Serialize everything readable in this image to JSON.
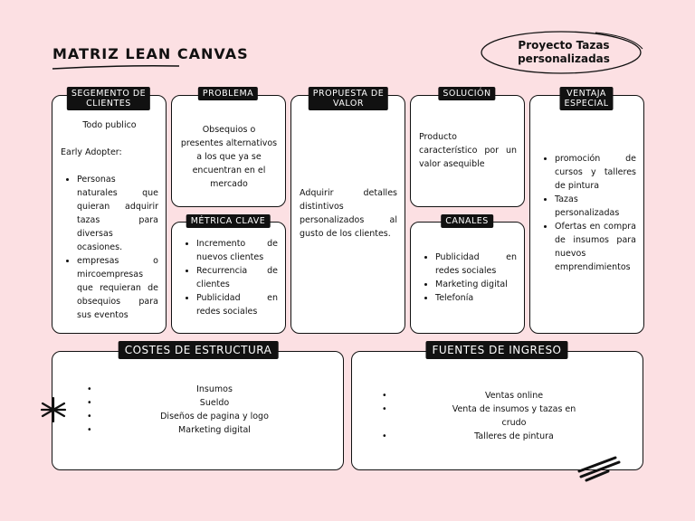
{
  "header": {
    "title": "MATRIZ LEAN CANVAS",
    "project_line1": "Proyecto Tazas",
    "project_line2": "personalizadas"
  },
  "segmento": {
    "tag_line1": "SEGEMENTO DE",
    "tag_line2": "CLIENTES",
    "intro": "Todo publico",
    "early": "Early Adopter:",
    "items": [
      "Personas naturales que quieran adquirir tazas para diversas ocasiones.",
      "empresas o mircoempresas que requieran de obsequios para sus eventos"
    ]
  },
  "problema": {
    "tag": "PROBLEMA",
    "text": "Obsequios o presentes alternativos a los que ya se encuentran en el mercado"
  },
  "metrica": {
    "tag": "MÉTRICA CLAVE",
    "items": [
      "Incremento de nuevos clientes",
      "Recurrencia de clientes",
      "Publicidad en redes sociales"
    ]
  },
  "propuesta": {
    "tag_line1": "PROPUESTA DE",
    "tag_line2": "VALOR",
    "text": "Adquirir detalles distintivos personalizados al gusto de los clientes."
  },
  "solucion": {
    "tag": "SOLUCIÓN",
    "text": "Producto característico por un valor asequible"
  },
  "canales": {
    "tag": "CANALES",
    "items": [
      "Publicidad en redes sociales",
      "Marketing digital",
      "Telefonía"
    ]
  },
  "ventaja": {
    "tag_line1": "VENTAJA",
    "tag_line2": "ESPECIAL",
    "items": [
      "promoción de cursos y talleres de pintura",
      "Tazas personalizadas",
      "Ofertas en compra de insumos para nuevos emprendimientos"
    ]
  },
  "costes": {
    "tag": "COSTES DE ESTRUCTURA",
    "items": [
      "Insumos",
      "Sueldo",
      "Diseños de pagina y logo",
      "Marketing digital"
    ]
  },
  "fuentes": {
    "tag": "FUENTES DE INGRESO",
    "items": [
      "Ventas online",
      "Venta de insumos y tazas en crudo",
      "Talleres de pintura"
    ]
  },
  "colors": {
    "background": "#fce0e3",
    "card": "#ffffff",
    "ink": "#111111"
  },
  "icons": [
    "asterisk-doodle-icon",
    "scribble-doodle-icon"
  ]
}
